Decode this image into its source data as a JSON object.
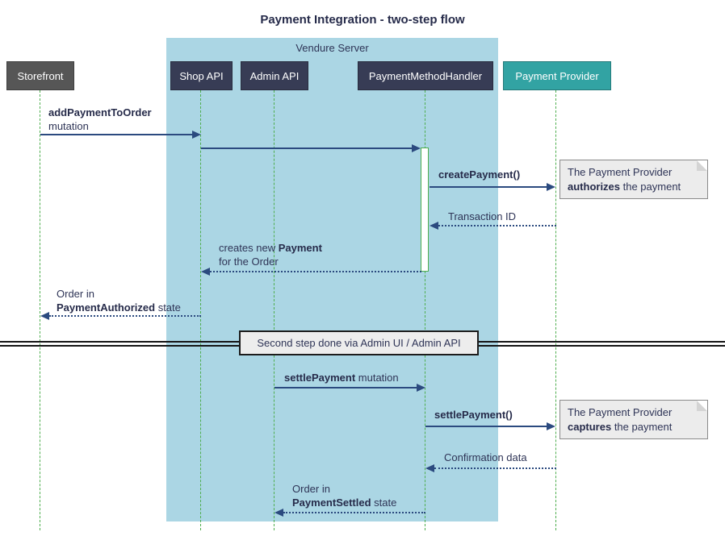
{
  "title": "Payment Integration - two-step flow",
  "frame": {
    "label": "Vendure Server"
  },
  "participants": [
    {
      "id": "storefront",
      "label": "Storefront"
    },
    {
      "id": "shop-api",
      "label": "Shop API"
    },
    {
      "id": "admin-api",
      "label": "Admin API"
    },
    {
      "id": "payment-method-handler",
      "label": "PaymentMethodHandler"
    },
    {
      "id": "payment-provider",
      "label": "Payment Provider"
    }
  ],
  "messages": {
    "m1": {
      "bold": "addPaymentToOrder",
      "plain": "mutation"
    },
    "m3": {
      "bold": "createPayment()"
    },
    "m4": {
      "plain": "Transaction ID"
    },
    "m5": {
      "plain1": "creates new ",
      "bold": "Payment",
      "plain2": "for the Order"
    },
    "m6": {
      "plain1": "Order in",
      "bold": "PaymentAuthorized",
      "plain2": " state"
    },
    "m7": {
      "bold": "settlePayment",
      "plain": " mutation"
    },
    "m8": {
      "bold": "settlePayment()"
    },
    "m9": {
      "plain": "Confirmation data"
    },
    "m10": {
      "plain1": "Order in",
      "bold": "PaymentSettled",
      "plain2": " state"
    }
  },
  "divider": {
    "label": "Second step done via Admin UI / Admin API"
  },
  "notes": {
    "n1": {
      "line1": "The Payment Provider",
      "bold": "authorizes",
      "rest": " the payment"
    },
    "n2": {
      "line1": "The Payment Provider",
      "bold": "captures",
      "rest": " the payment"
    }
  },
  "colors": {
    "frame_fill": "#abd6e4",
    "server_participant_fill": "#373c55",
    "external_participant_fill": "#565656",
    "provider_participant_fill": "#32a3a3",
    "lifeline_green": "#4fae4f",
    "arrow_navy": "#2b4a7f",
    "text_navy": "#2e3456",
    "note_fill": "#ececec",
    "divider_fill": "#ededed"
  }
}
